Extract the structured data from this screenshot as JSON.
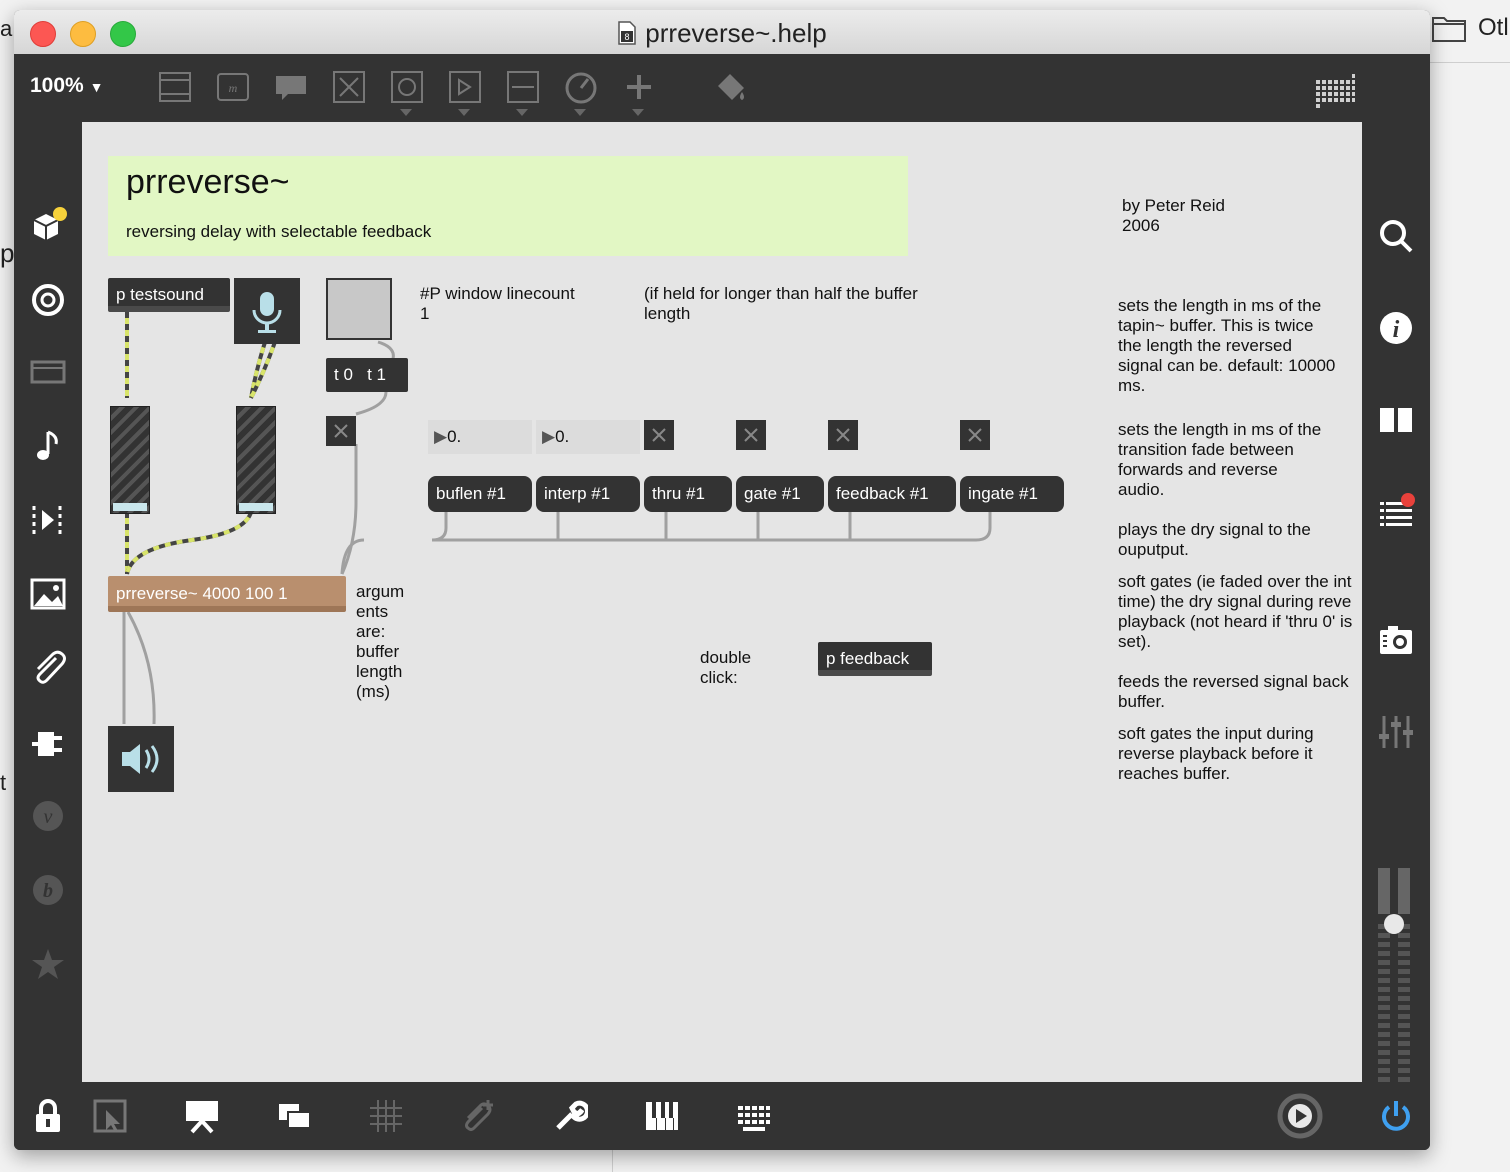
{
  "window": {
    "title": "prreverse~.help"
  },
  "background": {
    "left_letter": "a",
    "left_fragment_1": "p",
    "left_fragment_2": "t",
    "right_folder_label": "Otl"
  },
  "toolbar": {
    "zoom": "100%"
  },
  "patch": {
    "header_title": "prreverse~",
    "header_subtitle": "reversing delay with selectable feedback",
    "author": "by Peter Reid\n2006",
    "testsound_label": "p testsound",
    "trigger_label": "t 0   t 1",
    "window_comment": "#P window linecount\n1",
    "held_comment": "(if held for longer than half the buffer\nlength",
    "numbox_1": "0.",
    "numbox_2": "0.",
    "messages": {
      "buflen": "buflen #1",
      "interp": "interp #1",
      "thru": "thru #1",
      "gate": "gate #1",
      "feedback": "feedback #1",
      "ingate": "ingate #1"
    },
    "prreverse_object": "prreverse~ 4000 100 1",
    "arguments_comment": "argum\nents\nare:\nbuffer\nlength\n(ms)",
    "double_click_comment": "double\nclick:",
    "feedback_object": "p feedback",
    "desc_buflen": "sets the length in ms of the\ntapin~ buffer. This is twice\nthe length the reversed\nsignal can be. default: 10000\nms.",
    "desc_interp": "sets the length in ms of the\ntransition fade between\nforwards and reverse\naudio.",
    "desc_thru": "plays the dry signal to the\nouputput.",
    "desc_gate": "soft gates (ie faded over the int\ntime) the dry signal during reve\nplayback (not heard if 'thru 0' is\nset).",
    "desc_feedback": "feeds the reversed signal back\nbuffer.",
    "desc_ingate": "soft gates the input during\nreverse playback before it\nreaches buffer."
  },
  "colors": {
    "header_bg": "#e2f7c4",
    "prreverse_bg": "#b98f6e",
    "patch_bg": "#e5e5e5",
    "cord_signal": "#d8e46a"
  }
}
